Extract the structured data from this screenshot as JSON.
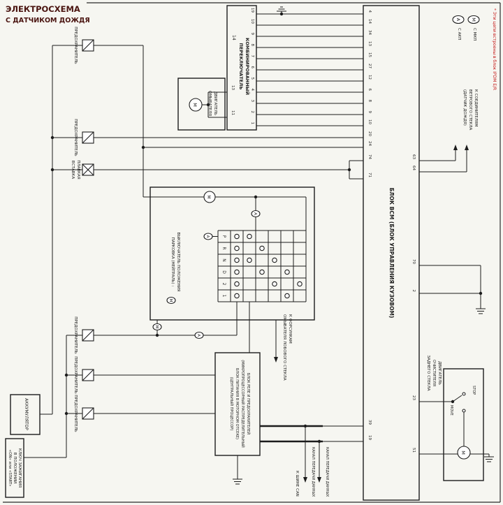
{
  "title": {
    "line1": "ЭЛЕКТРОСХЕМА",
    "line2": "С ДАТЧИКОМ ДОЖДЯ"
  },
  "legend": {
    "at_symbol": "А",
    "at_label": "С АКП",
    "mt_symbol": "М",
    "mt_label": "С МКП",
    "note": "* Эти цепи встроены в блок IPDM E/R"
  },
  "power": {
    "battery_label": "АККУМУЛЯТОР",
    "ignition_line1": "КЛЮЧ ЗАЖИГАНИЯ",
    "ignition_line2": "В ПОЛОЖЕНИИ",
    "ignition_line3": "«ON» или «START»",
    "fuse1_label": "ПРЕДОХРАНИТЕЛЬ",
    "fuse2_label": "ПРЕДОХРАНИТЕЛЬ",
    "fusible_link_line1": "ПЛАВКАЯ",
    "fusible_link_line2": "ВСТАВКА",
    "fuse3_label": "ПРЕДОХРАНИТЕЛЬ",
    "fuse4_label": "ПРЕДОХРАНИТЕЛЬ",
    "fuse5_label": "ПРЕДОХРАНИТЕЛЬ"
  },
  "combo_switch": {
    "label_line1": "КОМБИНИРОВАННЫЙ",
    "label_line2": "ПЕРЕКЛЮЧАТЕЛЬ",
    "connector": "14",
    "pins": [
      "19",
      "10",
      "9",
      "8",
      "7",
      "6",
      "5",
      "4",
      "3",
      "2",
      "1"
    ],
    "washer_pin1": "13",
    "washer_pin2": "11"
  },
  "washer_motor": {
    "label_line1": "ДВИГАТЕЛЬ",
    "label_line2": "ОМЫВАТЕЛЯ",
    "symbol": "M"
  },
  "wiper_assembly": {
    "park_label_line1": "ВЫКЛЮЧАТЕЛЬ ПОЛОЖЕНИЯ",
    "park_label_line2": "ПАРКОВКА (НЕЙТРАЛЬ) :",
    "motor_symbol": "M",
    "at_mark": "А",
    "mt_mark": "М",
    "grid_rows": [
      "P",
      "R",
      "N",
      "D",
      "2",
      "1"
    ],
    "contacts": [
      [
        0,
        0
      ],
      [
        1,
        0
      ],
      [
        2,
        0
      ],
      [
        3,
        0
      ],
      [
        4,
        0
      ],
      [
        5,
        0
      ],
      [
        0,
        1
      ],
      [
        1,
        2
      ],
      [
        2,
        1
      ],
      [
        2,
        3
      ],
      [
        3,
        2
      ],
      [
        3,
        4
      ],
      [
        4,
        3
      ],
      [
        4,
        5
      ],
      [
        5,
        4
      ]
    ]
  },
  "nozzles": {
    "line1": "К ФОРСУНКАМ",
    "line2": "ОМЫВАТЕЛЯ ЛОБОВОГО СТЕКЛА"
  },
  "ipdm": {
    "line1": "БЛОК РЕЛЕ И ПРЕДОХРАНИТЕЛЕЙ",
    "line2": "(МИКРОПРОЦЕССОРНЫЙ РАСПРЕДЕЛИТЕЛЬНЫЙ",
    "line3": "БЛОК ПИТАНИЯ В МОТОРНОМ ОТСЕКЕ)",
    "line4": "(ЦЕНТРАЛЬНЫЙ ПРОЦЕССОР)"
  },
  "bcm": {
    "label": "БЛОК BCM (БЛОК УПРАВЛЕНИЯ КУЗОВОМ)",
    "pins_left": [
      "4",
      "14",
      "34",
      "13",
      "15",
      "27",
      "12",
      "6",
      "8",
      "9",
      "10",
      "20",
      "24",
      "74",
      "71",
      "39",
      "19"
    ],
    "pins_right": [
      "63",
      "64",
      "70",
      "2",
      "23",
      "51"
    ]
  },
  "rear_wiper": {
    "label_line1": "ДВИГАТЕЛЬ",
    "label_line2": "ОЧИСТИТЕЛЯ",
    "label_line3": "ЗАДНЕГО СТЕКЛА",
    "stop_label": "STOP",
    "move_label": "MOVE",
    "symbol": "M"
  },
  "rain_sensor": {
    "line1": "К СОЕДИНИТЕЛЯМ",
    "line2": "ВЕТРОВОГО СТЕКЛА",
    "line3": "(ДАТЧИК ДОЖДЯ)"
  },
  "can": {
    "bus_label": "К ШИНЕ CAN",
    "channel1_label": "КАНАЛ ПЕРЕДАЧИ ДАННЫХ",
    "channel2_label": "КАНАЛ ПЕРЕДАЧИ ДАННЫХ"
  },
  "colors": {
    "ink": "#1c1c1c",
    "title": "#4a1410",
    "note": "#c41414",
    "paper": "#f6f6f1"
  }
}
